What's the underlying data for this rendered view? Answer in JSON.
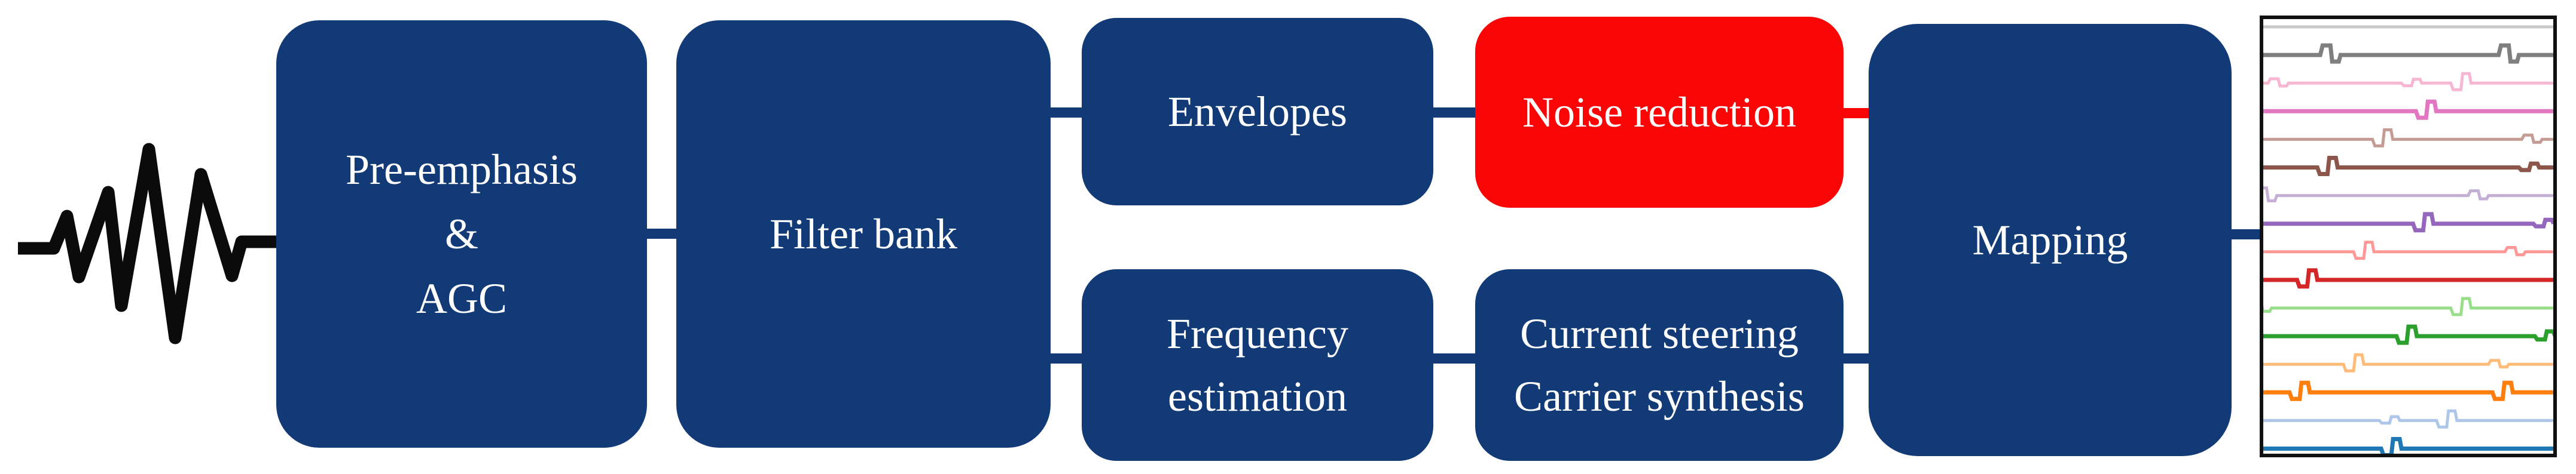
{
  "figure": {
    "type": "block-diagram",
    "description": "Sound processing pipeline from input audio waveform to multi-channel electrode output",
    "colors": {
      "block_navy": "#123a76",
      "highlight_red": "#fa0505",
      "label_text": "#ffffff",
      "icon_black": "#0b0b0b",
      "panel_border": "#111111",
      "background": "#ffffff"
    },
    "blocks": [
      {
        "id": "pre-emphasis-agc",
        "label": "Pre-emphasis\n&\nAGC",
        "fill": "#123a76",
        "text_color": "#ffffff"
      },
      {
        "id": "filter-bank",
        "label": "Filter bank",
        "fill": "#123a76",
        "text_color": "#ffffff"
      },
      {
        "id": "envelopes",
        "label": "Envelopes",
        "fill": "#123a76",
        "text_color": "#ffffff"
      },
      {
        "id": "noise-reduction",
        "label": "Noise reduction",
        "fill": "#fa0505",
        "text_color": "#ffffff"
      },
      {
        "id": "frequency-estimation",
        "label": "Frequency\nestimation",
        "fill": "#123a76",
        "text_color": "#ffffff"
      },
      {
        "id": "current-steering-carrier-synthesis",
        "label": "Current steering\nCarrier synthesis",
        "fill": "#123a76",
        "text_color": "#ffffff"
      },
      {
        "id": "mapping",
        "label": "Mapping",
        "fill": "#123a76",
        "text_color": "#ffffff"
      }
    ],
    "connectors": [
      {
        "from": "pre-emphasis-agc",
        "to": "filter-bank",
        "color": "#123a76"
      },
      {
        "from": "filter-bank",
        "to": "envelopes",
        "color": "#123a76"
      },
      {
        "from": "envelopes",
        "to": "noise-reduction",
        "color": "#123a76"
      },
      {
        "from": "noise-reduction",
        "to": "mapping",
        "color": "#fa0505"
      },
      {
        "from": "filter-bank",
        "to": "frequency-estimation",
        "color": "#123a76"
      },
      {
        "from": "frequency-estimation",
        "to": "current-steering-carrier-synthesis",
        "color": "#123a76"
      },
      {
        "from": "current-steering-carrier-synthesis",
        "to": "mapping",
        "color": "#123a76"
      },
      {
        "from": "mapping",
        "to": "output-panel",
        "color": "#123a76"
      }
    ],
    "input_icon": {
      "name": "audio-waveform-icon",
      "color": "#0b0b0b"
    },
    "output_panel": {
      "description": "Stacked per-channel electrode pulse traces",
      "traces": [
        {
          "name": "channel-1",
          "color": "#c9c9c9",
          "stroke_width": 5,
          "pulses": []
        },
        {
          "name": "channel-2",
          "color": "#7f7f7f",
          "stroke_width": 7,
          "pulses": [
            {
              "x": 0.25,
              "s": 1,
              "d": 1
            },
            {
              "x": 0.865,
              "s": 1,
              "d": 1
            }
          ]
        },
        {
          "name": "channel-3",
          "color": "#f7b6d2",
          "stroke_width": 5,
          "pulses": [
            {
              "x": 0.07,
              "s": 0.45,
              "d": 1
            },
            {
              "x": 0.53,
              "s": 0.4,
              "d": -1
            },
            {
              "x": 0.7,
              "s": 1,
              "d": -1
            }
          ]
        },
        {
          "name": "channel-4",
          "color": "#e377c2",
          "stroke_width": 7,
          "pulses": [
            {
              "x": 0.58,
              "s": 1,
              "d": -1
            }
          ]
        },
        {
          "name": "channel-5",
          "color": "#c49c94",
          "stroke_width": 5,
          "pulses": [
            {
              "x": 0.43,
              "s": 1,
              "d": -1
            },
            {
              "x": 0.945,
              "s": 0.45,
              "d": 1
            }
          ]
        },
        {
          "name": "channel-6",
          "color": "#8c564b",
          "stroke_width": 7,
          "pulses": [
            {
              "x": 0.24,
              "s": 1,
              "d": -1
            },
            {
              "x": 0.935,
              "s": 0.4,
              "d": -1
            }
          ]
        },
        {
          "name": "channel-7",
          "color": "#c5b0d5",
          "stroke_width": 5,
          "pulses": [
            {
              "x": 0.03,
              "s": 0.8,
              "d": 1
            },
            {
              "x": 0.76,
              "s": 0.5,
              "d": 1
            }
          ]
        },
        {
          "name": "channel-8",
          "color": "#9467bd",
          "stroke_width": 7,
          "pulses": [
            {
              "x": 0.57,
              "s": 1,
              "d": -1
            },
            {
              "x": 0.985,
              "s": 0.4,
              "d": -1
            }
          ]
        },
        {
          "name": "channel-9",
          "color": "#ff9896",
          "stroke_width": 5,
          "pulses": [
            {
              "x": 0.365,
              "s": 1,
              "d": -1
            },
            {
              "x": 0.887,
              "s": 0.45,
              "d": 1
            }
          ]
        },
        {
          "name": "channel-10",
          "color": "#d62728",
          "stroke_width": 7,
          "pulses": [
            {
              "x": 0.17,
              "s": 1,
              "d": -1
            }
          ]
        },
        {
          "name": "channel-11",
          "color": "#98df8a",
          "stroke_width": 5,
          "pulses": [
            {
              "x": 0.012,
              "s": 0.5,
              "d": 1
            },
            {
              "x": 0.7,
              "s": 1,
              "d": -1
            }
          ]
        },
        {
          "name": "channel-12",
          "color": "#2ca02c",
          "stroke_width": 7,
          "pulses": [
            {
              "x": 0.513,
              "s": 1,
              "d": -1
            },
            {
              "x": 0.99,
              "s": 0.5,
              "d": -1
            }
          ]
        },
        {
          "name": "channel-13",
          "color": "#ffbb78",
          "stroke_width": 5,
          "pulses": [
            {
              "x": 0.33,
              "s": 1,
              "d": -1
            },
            {
              "x": 0.83,
              "s": 0.4,
              "d": 1
            }
          ]
        },
        {
          "name": "channel-14",
          "color": "#ff7f0e",
          "stroke_width": 7,
          "pulses": [
            {
              "x": 0.144,
              "s": 1,
              "d": -1
            },
            {
              "x": 0.844,
              "s": 1,
              "d": -1
            }
          ]
        },
        {
          "name": "channel-15",
          "color": "#aec7e8",
          "stroke_width": 5,
          "pulses": [
            {
              "x": 0.454,
              "s": 0.4,
              "d": -1
            },
            {
              "x": 0.651,
              "s": 1,
              "d": -1
            }
          ]
        },
        {
          "name": "channel-16",
          "color": "#1f77b4",
          "stroke_width": 7,
          "pulses": [
            {
              "x": 0.46,
              "s": 1,
              "d": -1
            }
          ]
        }
      ]
    }
  }
}
